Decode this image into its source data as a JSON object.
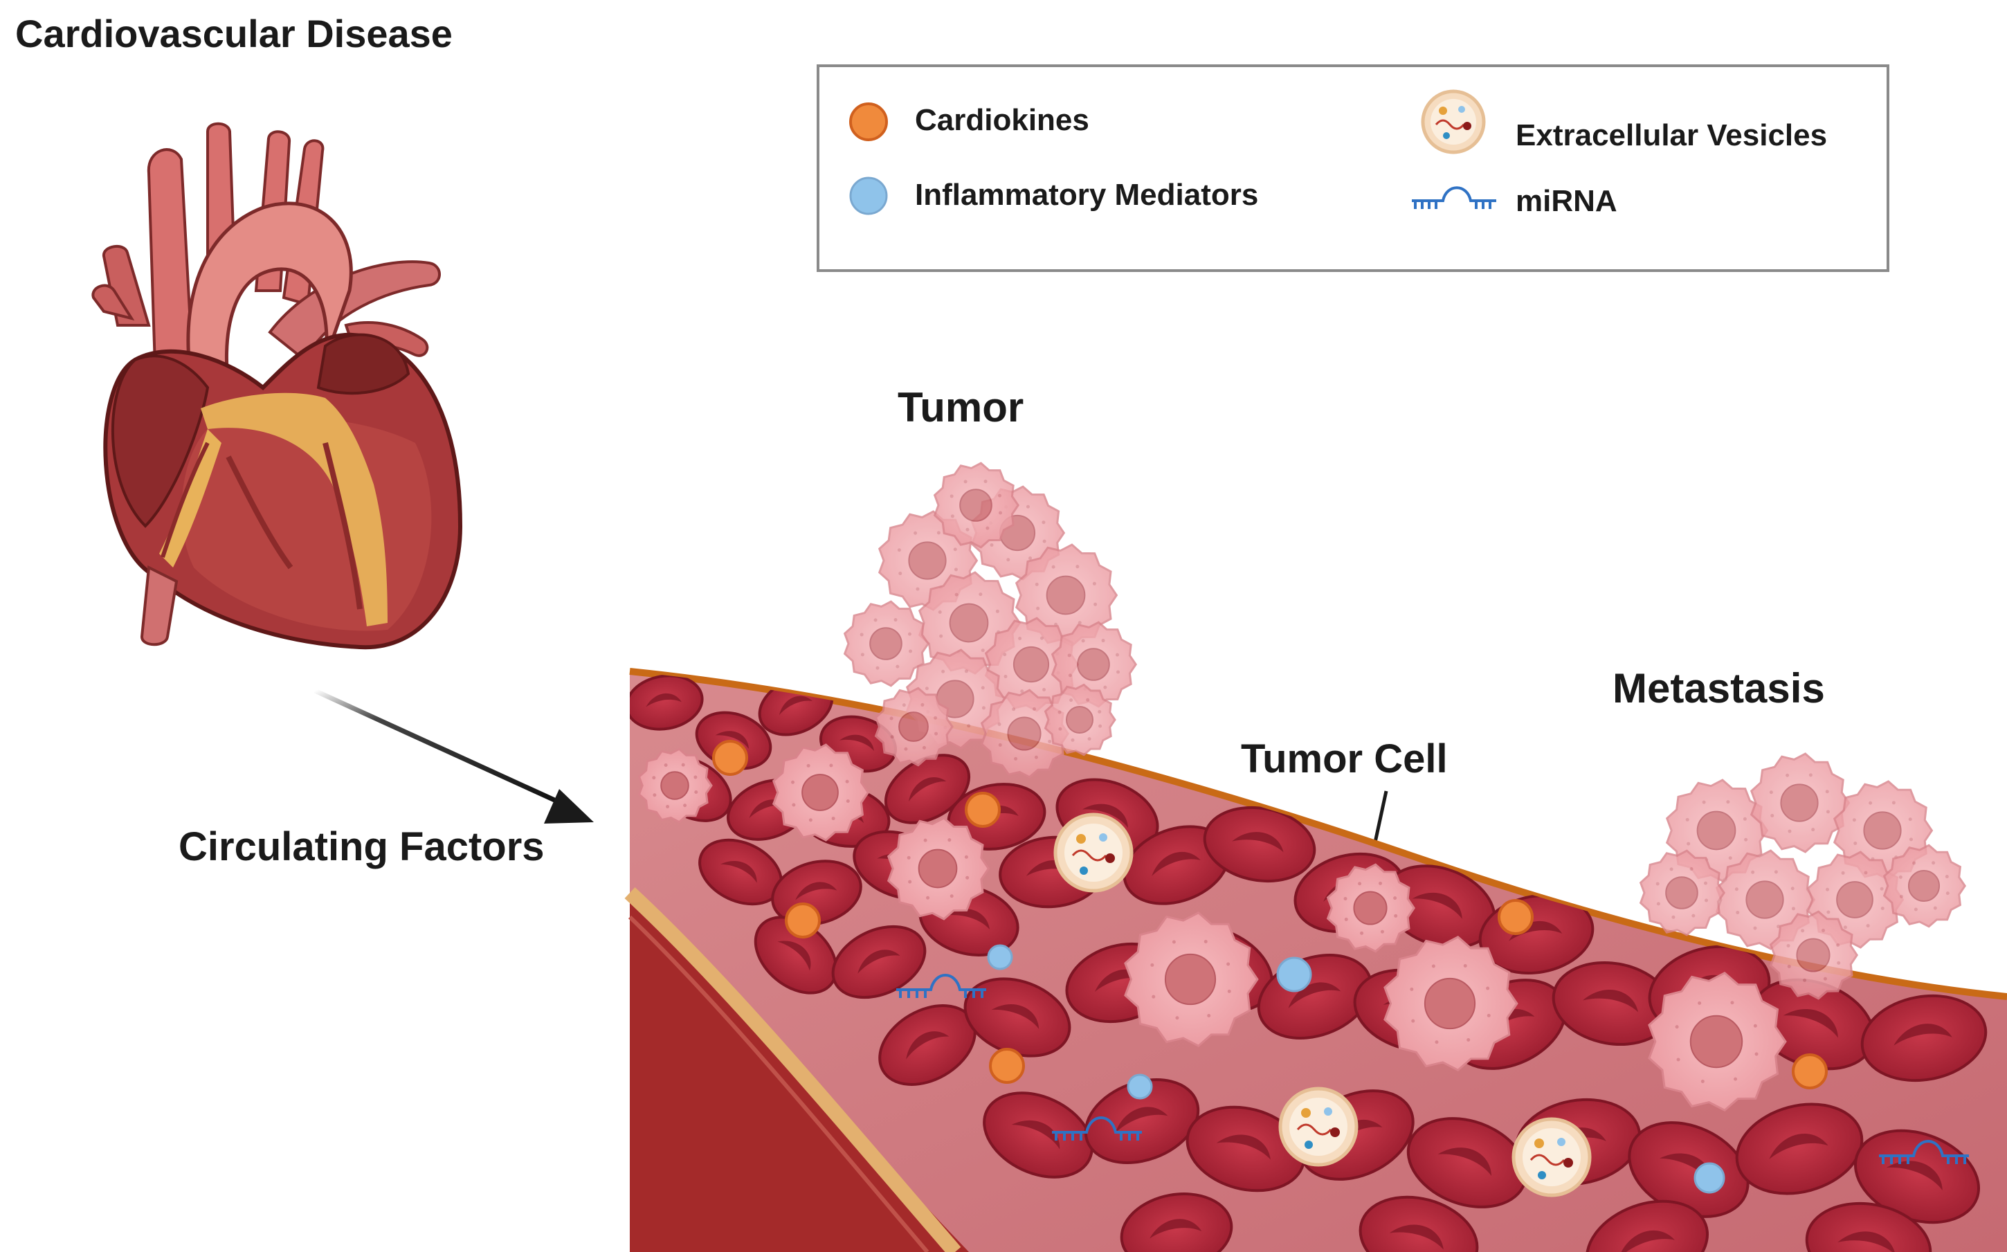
{
  "title": "Cardiovascular Disease",
  "labels": {
    "circulating": "Circulating Factors",
    "tumor": "Tumor",
    "tumor_cell": "Tumor Cell",
    "metastasis": "Metastasis"
  },
  "legend": {
    "items": [
      {
        "label": "Cardiokines",
        "icon": "orange-dot-icon",
        "color": "#f08a3c"
      },
      {
        "label": "Inflammatory Mediators",
        "icon": "blue-dot-icon",
        "color": "#8fc3ea"
      },
      {
        "label": "Extracellular Vesicles",
        "icon": "vesicle-icon",
        "color": "#f6dcc0"
      },
      {
        "label": "miRNA",
        "icon": "mirna-icon",
        "color": "#2f72c4"
      }
    ]
  },
  "colors": {
    "heart_dark": "#8a2626",
    "heart_mid": "#b7423f",
    "fat": "#e8b25a",
    "rbc": "#b12a3d",
    "rbc_edge": "#7e1524",
    "tumor_pink": "#f1a7ad",
    "vessel_wall": "#a42a2a",
    "vessel_outline": "#c96a16"
  }
}
